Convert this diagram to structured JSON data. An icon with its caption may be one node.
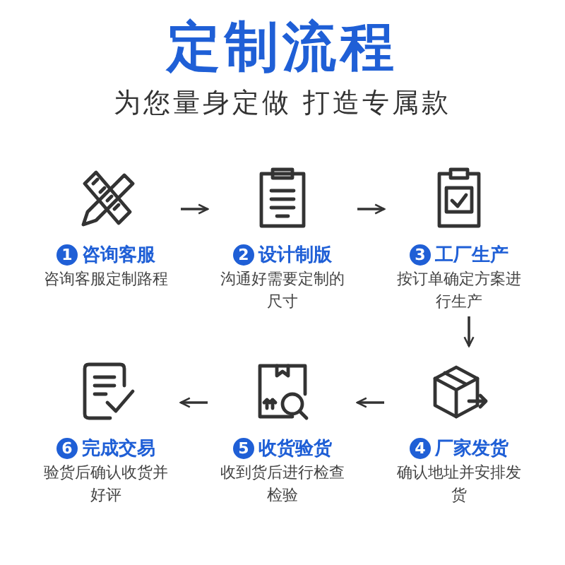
{
  "diagram": {
    "title": "定制流程",
    "nodes": [
      {
        "text": [
          "1",
          "咨询客服",
          "咨询客服定制路程"
        ]
      },
      {
        "text": [
          "2",
          "设计制版",
          "沟通好需要定制的尺寸"
        ]
      },
      {
        "text": [
          "3",
          "工厂生产",
          "按订单确定方案进行生产"
        ]
      },
      {
        "text": [
          "4",
          "厂家发货",
          "确认地址并安排发货"
        ]
      },
      {
        "text": [
          "5",
          "收货验货",
          "收到货后进行检查检验"
        ]
      },
      {
        "text": [
          "6",
          "完成交易",
          "验货后确认收货并好评"
        ]
      }
    ],
    "edges": [
      {
        "from": 0,
        "to": 1,
        "arrow": "to"
      },
      {
        "from": 1,
        "to": 2,
        "arrow": "to"
      },
      {
        "from": 2,
        "to": 3,
        "arrow": "to"
      },
      {
        "from": 3,
        "to": 4,
        "arrow": "to"
      },
      {
        "from": 4,
        "to": 5,
        "arrow": "to"
      }
    ],
    "labels": [
      "为您量身定做 打造专属款"
    ]
  }
}
